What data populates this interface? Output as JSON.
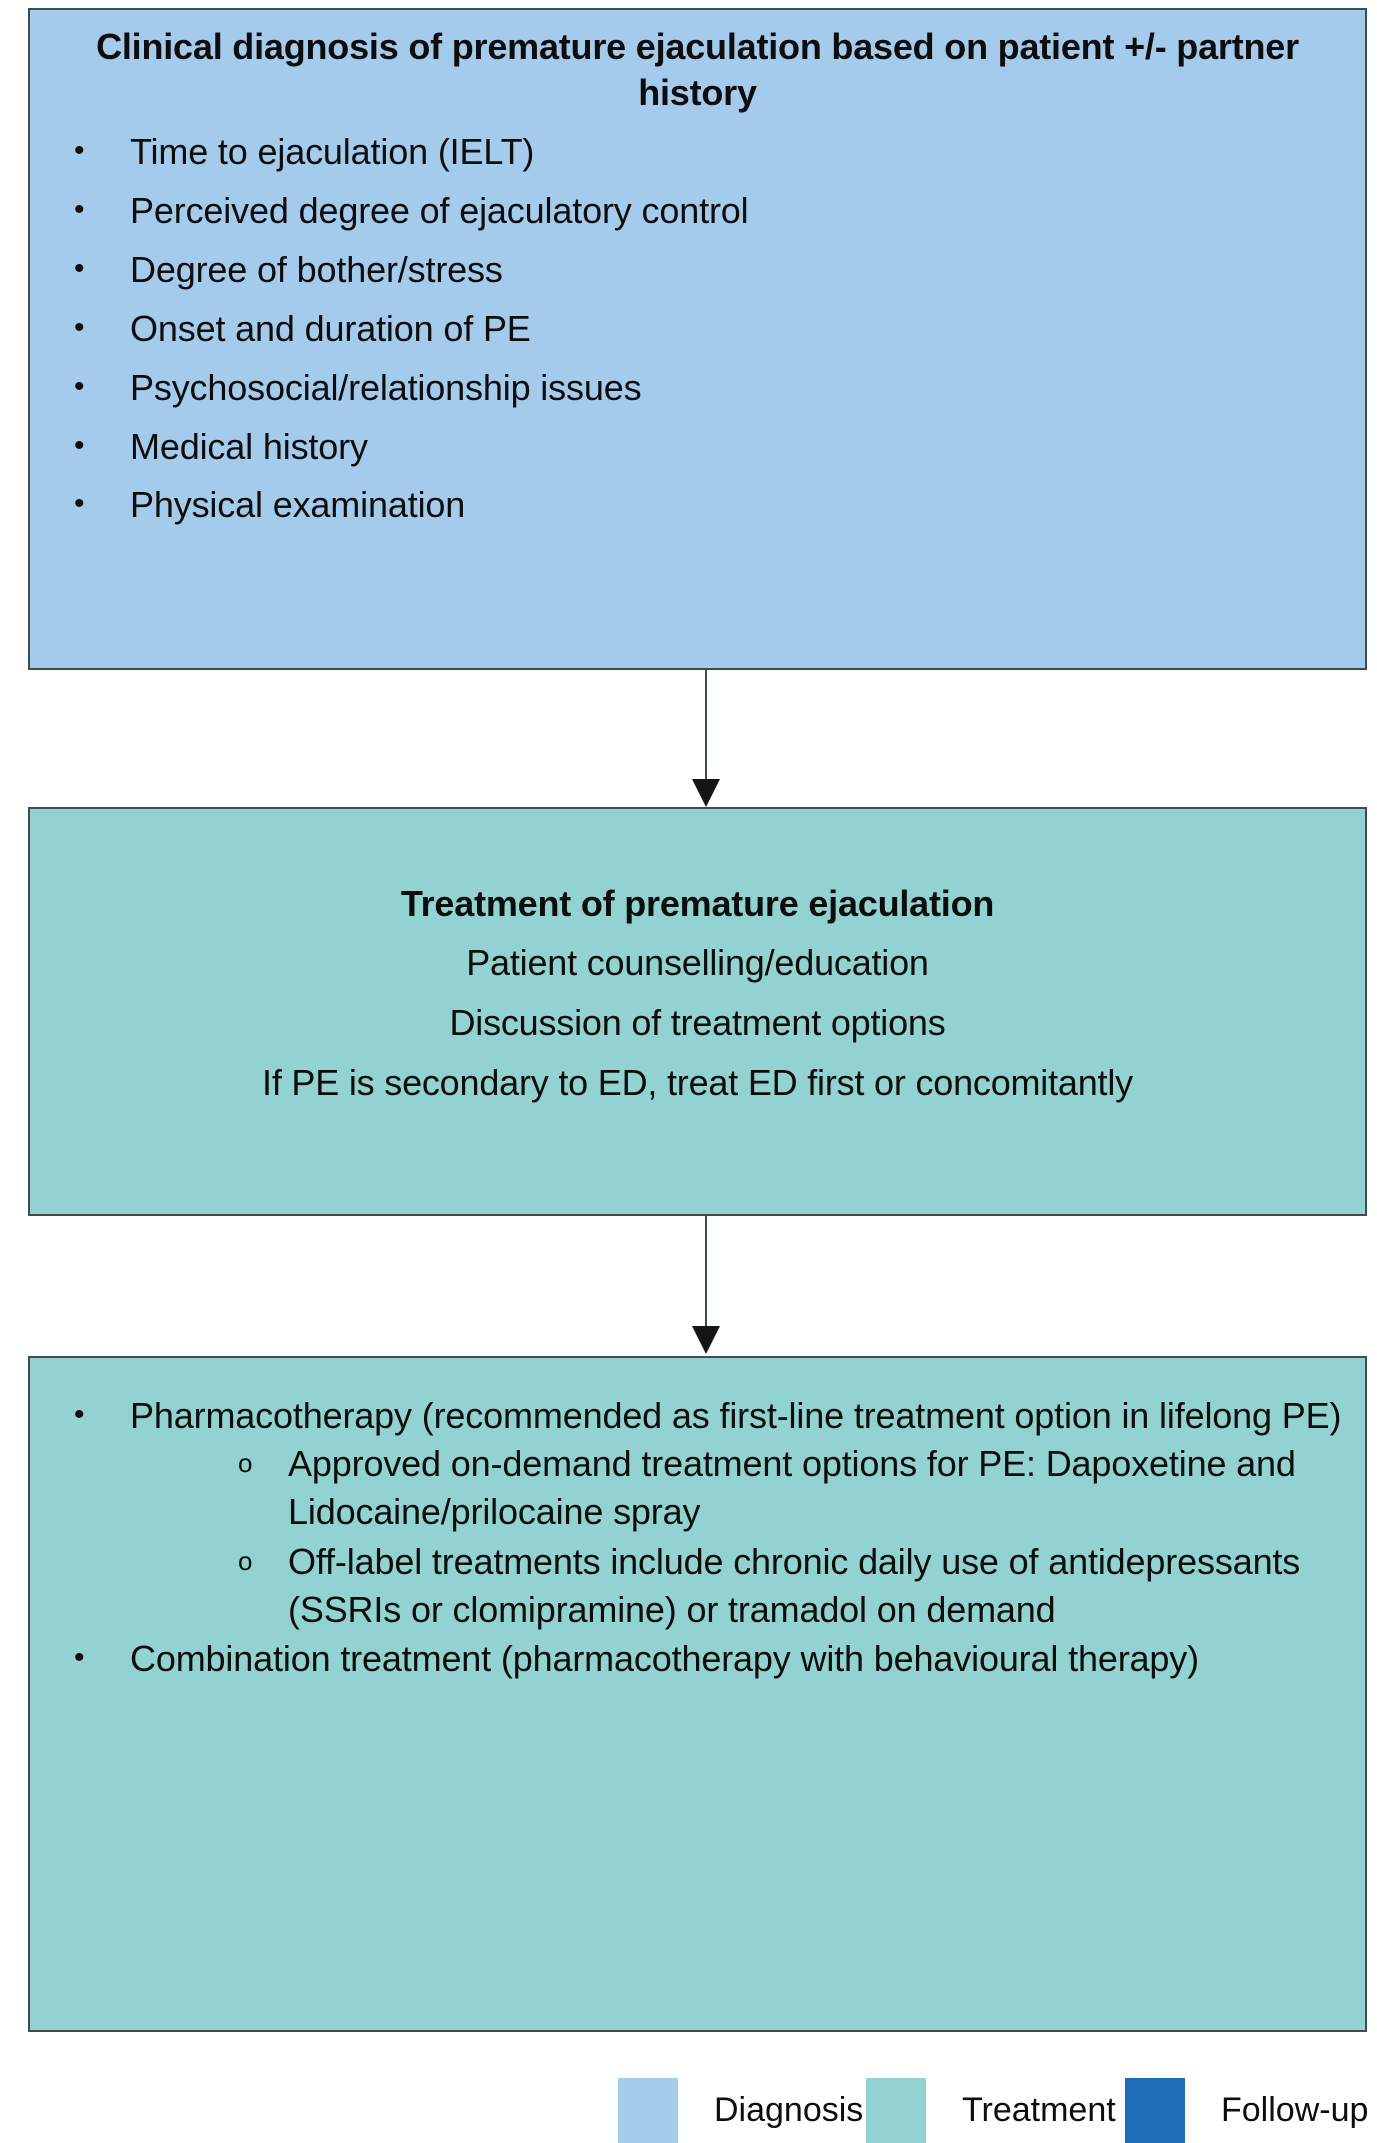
{
  "colors": {
    "diagnosis": "#a5cbec",
    "treatment": "#92d2d0",
    "followup": "#1f6cb8",
    "border": "#3f4d4d",
    "text": "#0d0d0d"
  },
  "boxes": {
    "diagnosis": {
      "category": "Diagnosis",
      "title": "Clinical diagnosis of premature ejaculation based on patient +/- partner history",
      "bullet_glyph": "•",
      "items": [
        "Time to ejaculation (IELT)",
        "Perceived degree of ejaculatory control",
        "Degree of bother/stress",
        "Onset and duration of PE",
        "Psychosocial/relationship issues",
        "Medical history",
        "Physical examination"
      ]
    },
    "treatment_overview": {
      "category": "Treatment",
      "title": "Treatment of premature ejaculation",
      "lines": [
        "Patient counselling/education",
        "Discussion of treatment options",
        "If PE is secondary to ED, treat ED first or concomitantly"
      ]
    },
    "treatment_options": {
      "category": "Treatment",
      "bullet_glyph": "•",
      "sub_bullet_glyph": "o",
      "items": [
        {
          "text": "Pharmacotherapy (recommended as first-line treatment option in lifelong PE)",
          "sub_items": [
            "Approved on-demand treatment options for PE: Dapoxetine and Lidocaine/prilocaine spray",
            "Off-label treatments include chronic daily use of antidepressants (SSRIs or clomipramine) or tramadol on demand"
          ]
        },
        {
          "text": "Combination treatment (pharmacotherapy with behavioural therapy)",
          "sub_items": []
        }
      ]
    }
  },
  "legend": {
    "items": [
      {
        "label": "Diagnosis",
        "color": "#a5cbec"
      },
      {
        "label": "Treatment",
        "color": "#92d2d0"
      },
      {
        "label": "Follow-up",
        "color": "#1f6cb8"
      }
    ]
  }
}
